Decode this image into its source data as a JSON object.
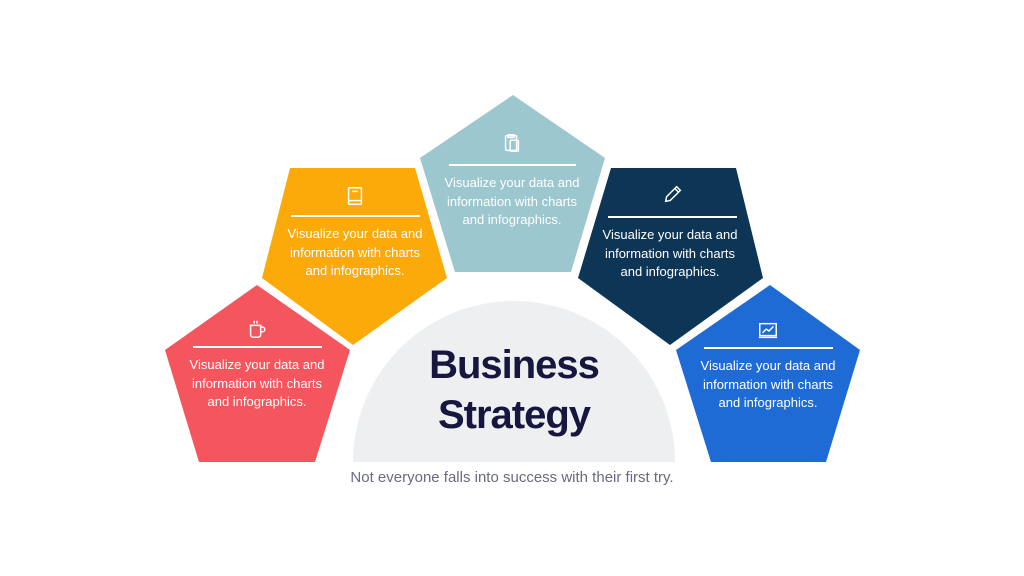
{
  "title_line1": "Business",
  "title_line2": "Strategy",
  "subtitle": "Not everyone falls into success with their first try.",
  "colors": {
    "red": "#f5555d",
    "orange": "#fca90a",
    "light_blue": "#9cc7cf",
    "navy": "#0d3556",
    "blue": "#1f6bd6",
    "title": "#16163f",
    "semicircle": "#eeeff1"
  },
  "cards": [
    {
      "icon": "coffee-cup-icon",
      "text": "Visualize your data and information with charts and infographics."
    },
    {
      "icon": "book-icon",
      "text": "Visualize your data and information with charts and infographics."
    },
    {
      "icon": "clipboard-icon",
      "text": "Visualize your data and information with charts and infographics."
    },
    {
      "icon": "pencil-icon",
      "text": "Visualize your data and information with charts and infographics."
    },
    {
      "icon": "chart-monitor-icon",
      "text": "Visualize your data and information with charts and infographics."
    }
  ]
}
